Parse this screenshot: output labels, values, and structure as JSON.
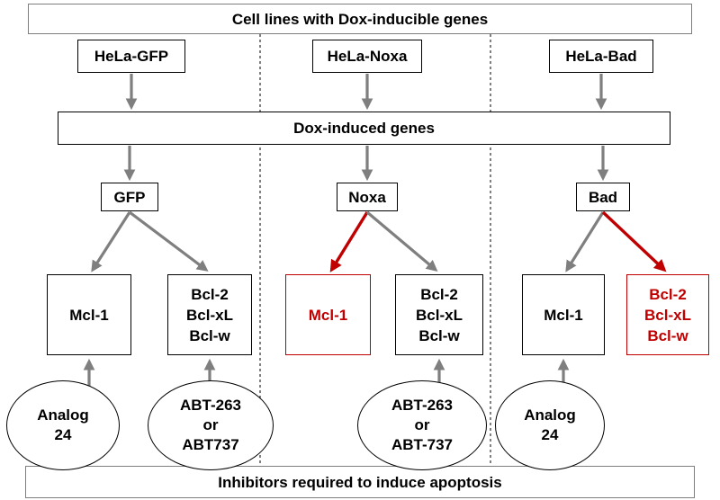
{
  "colors": {
    "arrow": "#7f7f7f",
    "highlight": "#c00000",
    "box_border": "#000000",
    "banner_border": "#7f7f7f",
    "divider": "#000000"
  },
  "header": {
    "title": "Cell lines with Dox-inducible genes"
  },
  "footer": {
    "title": "Inhibitors required to induce apoptosis"
  },
  "induced": {
    "label": "Dox-induced genes"
  },
  "columns": [
    {
      "cell_line": "HeLa-GFP",
      "gene": "GFP",
      "left_target": {
        "label": "Mcl-1",
        "highlighted": false
      },
      "right_target": {
        "label": "Bcl-2\nBcl-xL\nBcl-w",
        "highlighted": false
      },
      "inhibitors": [
        {
          "under": "left",
          "label": "Analog\n24"
        },
        {
          "under": "right",
          "label": "ABT-263\nor\nABT737"
        }
      ]
    },
    {
      "cell_line": "HeLa-Noxa",
      "gene": "Noxa",
      "left_target": {
        "label": "Mcl-1",
        "highlighted": true
      },
      "right_target": {
        "label": "Bcl-2\nBcl-xL\nBcl-w",
        "highlighted": false
      },
      "inhibitors": [
        {
          "under": "right",
          "label": "ABT-263\nor\nABT-737"
        }
      ]
    },
    {
      "cell_line": "HeLa-Bad",
      "gene": "Bad",
      "left_target": {
        "label": "Mcl-1",
        "highlighted": false
      },
      "right_target": {
        "label": "Bcl-2\nBcl-xL\nBcl-w",
        "highlighted": true
      },
      "inhibitors": [
        {
          "under": "left",
          "label": "Analog\n24"
        }
      ]
    }
  ]
}
